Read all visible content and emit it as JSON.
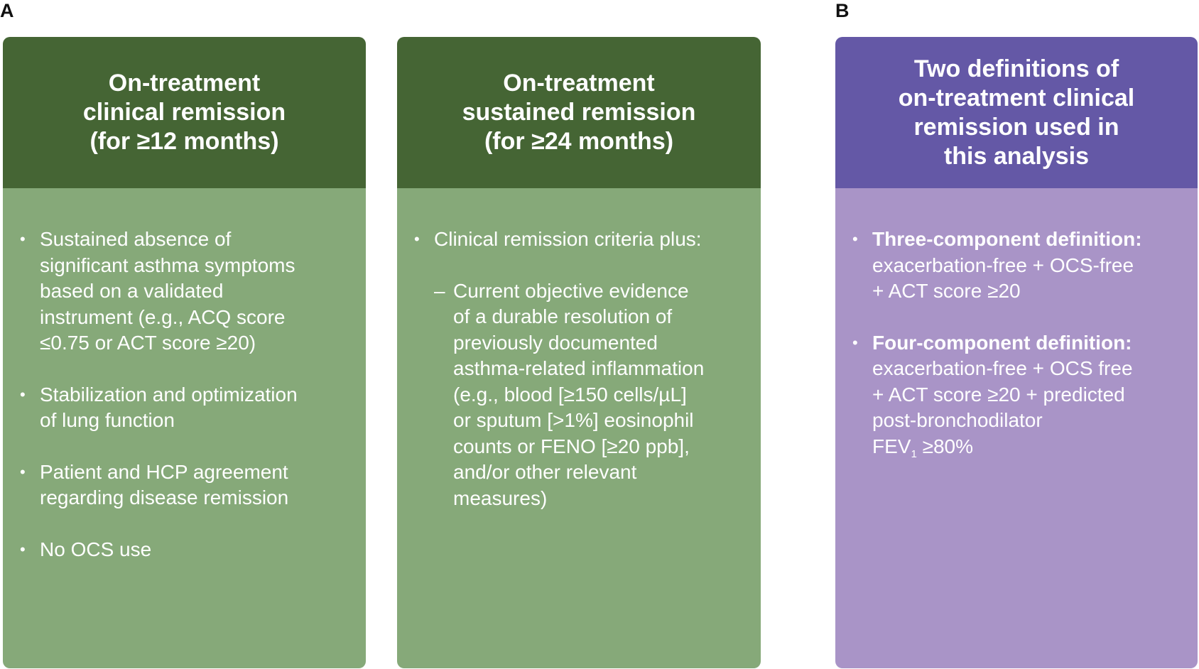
{
  "panels": {
    "a_label": "A",
    "b_label": "B"
  },
  "box1": {
    "title": [
      "On-treatment",
      "clinical remission",
      "(for ≥12 months)"
    ],
    "bullets": [
      [
        "Sustained absence of",
        "significant asthma symptoms",
        "based on a validated",
        "instrument (e.g., ACQ score",
        "≤0.75 or ACT score ≥20)"
      ],
      [
        "Stabilization and optimization",
        "of lung function"
      ],
      [
        "Patient and HCP agreement",
        "regarding disease remission"
      ],
      [
        "No OCS use"
      ]
    ]
  },
  "box2": {
    "title": [
      "On-treatment",
      "sustained remission",
      "(for ≥24 months)"
    ],
    "bullet": "Clinical remission criteria plus:",
    "sub_dash": "–",
    "sub_lines": [
      "Current objective evidence",
      "of a durable resolution of",
      "previously documented",
      "asthma-related inflammation",
      "(e.g., blood [≥150 cells/µL]",
      "or sputum [>1%] eosinophil",
      "counts or FENO [≥20 ppb],",
      "and/or other relevant",
      "measures)"
    ]
  },
  "box3": {
    "title": [
      "Two definitions of",
      "on-treatment clinical",
      "remission used in",
      "this analysis"
    ],
    "def1": {
      "heading": "Three-component definition:",
      "lines": [
        "exacerbation-free + OCS-free",
        "+ ACT score ≥20"
      ]
    },
    "def2": {
      "heading": "Four-component definition:",
      "lines": [
        "exacerbation-free + OCS free",
        "+ ACT score ≥20 + predicted",
        "post-bronchodilator"
      ],
      "fev_prefix": "FEV",
      "fev_sub": "1",
      "fev_suffix": " ≥80%"
    }
  },
  "bullet_glyph": "•",
  "colors": {
    "green_header": "#456534",
    "green_body": "#86a979",
    "purple_header": "#6458a6",
    "purple_body": "#a994c7"
  }
}
